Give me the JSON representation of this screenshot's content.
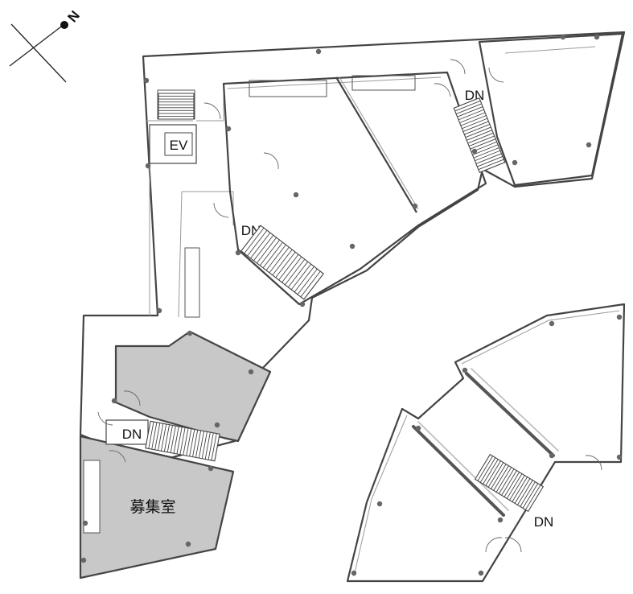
{
  "compass": {
    "letter": "N"
  },
  "labels": {
    "ev": "EV",
    "dn_top": "DN",
    "dn_mid": "DN",
    "dn_left": "DN",
    "dn_right": "DN",
    "room": "募集室"
  },
  "colors": {
    "highlight_fill": "#c8c8c8",
    "wall": "#444444",
    "background": "#ffffff"
  }
}
